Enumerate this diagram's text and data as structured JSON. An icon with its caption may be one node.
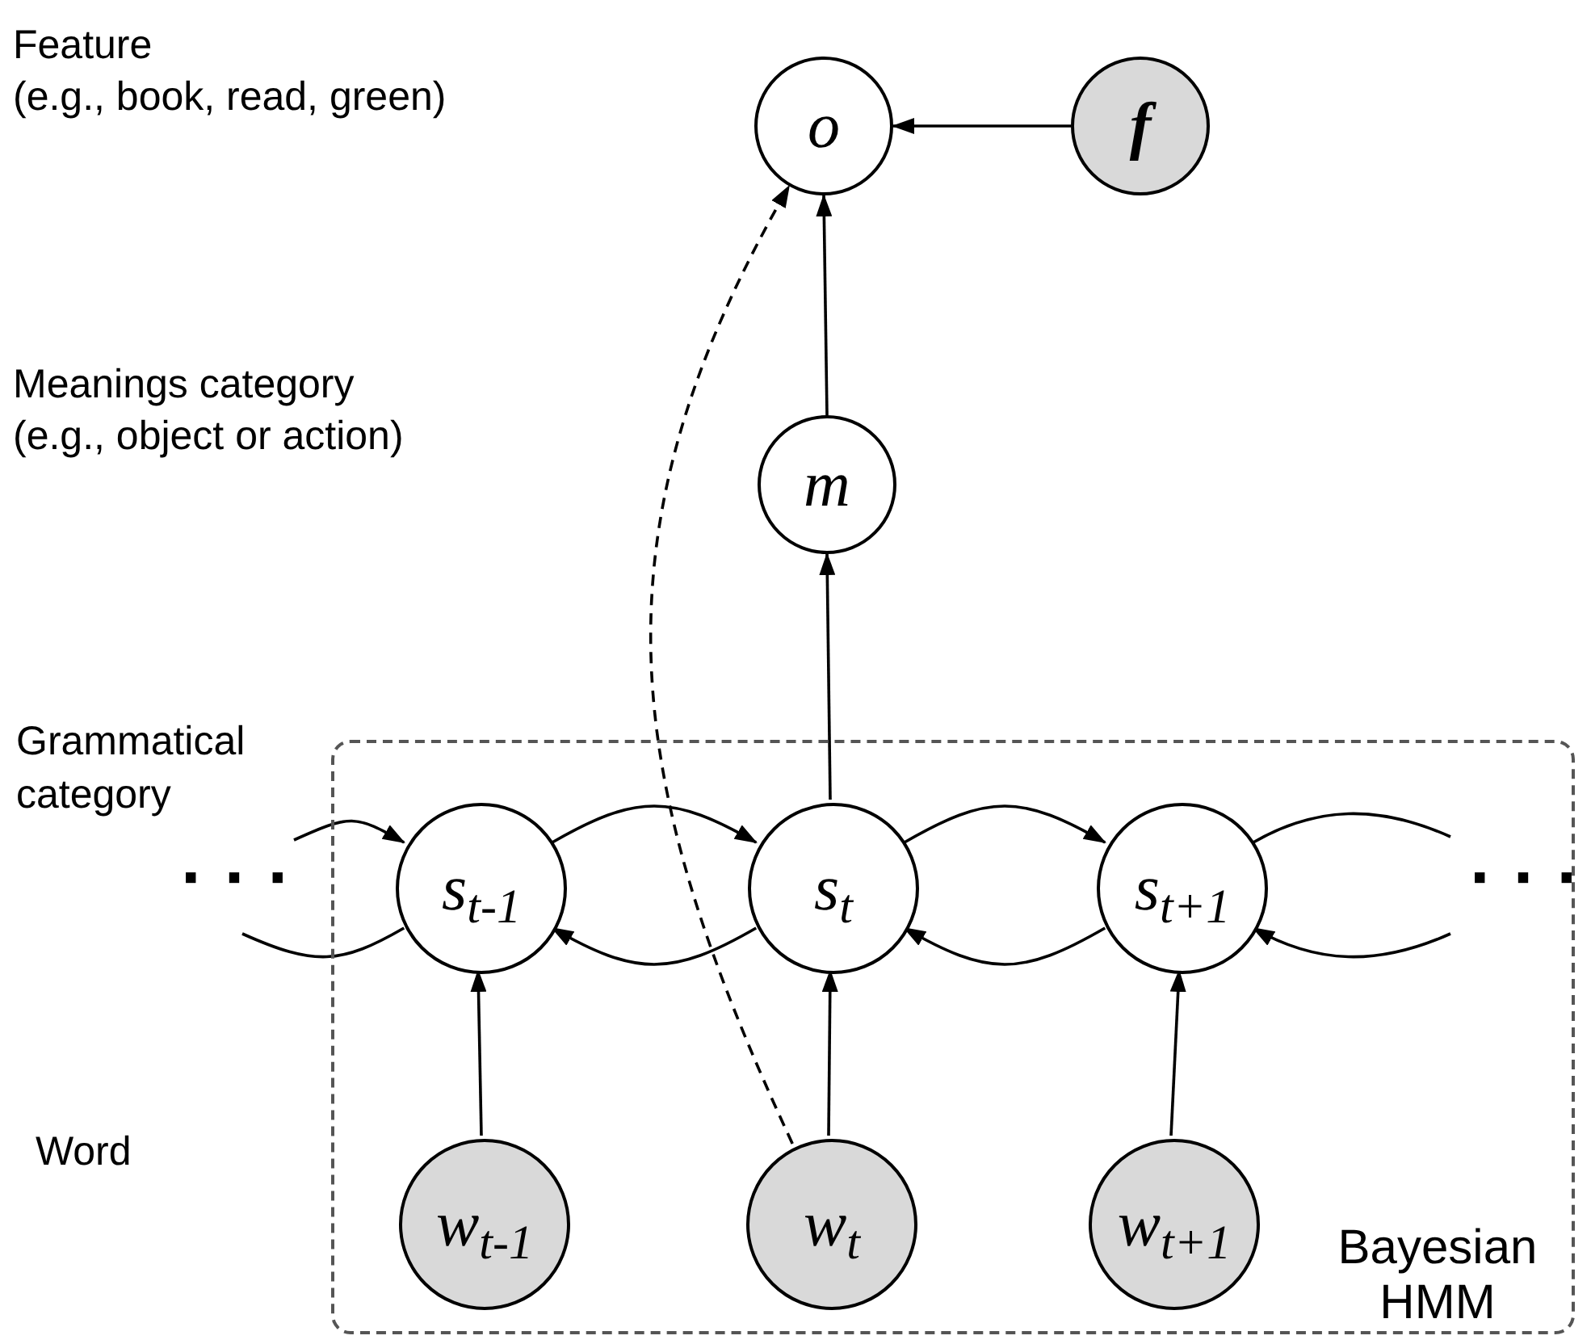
{
  "diagram": {
    "nodes": [
      {
        "text": [
          "o"
        ]
      },
      {
        "text": [
          "f"
        ]
      },
      {
        "text": [
          "m"
        ]
      },
      {
        "text": [
          "Bayesian HMM"
        ]
      },
      {
        "text": [
          "s$_{t-1}$"
        ],
        "in": 3
      },
      {
        "text": [
          "s$_{t}$"
        ],
        "in": 3
      },
      {
        "text": [
          "s$_{t+1}$"
        ],
        "in": 3
      },
      {
        "text": [
          "w$_{t-1}$"
        ],
        "in": 3
      },
      {
        "text": [
          "w$_{t}$"
        ],
        "in": 3
      },
      {
        "text": [
          "w$_{t+1}$"
        ],
        "in": 3
      }
    ],
    "edges": [
      {
        "from": 1,
        "to": 0,
        "arrow": "to"
      },
      {
        "from": 2,
        "to": 0,
        "arrow": "to"
      },
      {
        "from": 5,
        "to": 2,
        "arrow": "to"
      },
      {
        "from": 8,
        "to": 0,
        "arrow": "to",
        "style": "dashed"
      },
      {
        "from": 7,
        "to": 4,
        "arrow": "to"
      },
      {
        "from": 8,
        "to": 5,
        "arrow": "to"
      },
      {
        "from": 9,
        "to": 6,
        "arrow": "to"
      },
      {
        "from": null,
        "to": 4,
        "arrow": "to"
      },
      {
        "from": 4,
        "to": 5,
        "arrow": "to"
      },
      {
        "from": 5,
        "to": 6,
        "arrow": "to"
      },
      {
        "from": 6,
        "to": null,
        "arrow": "none"
      },
      {
        "from": 4,
        "to": null,
        "arrow": "none"
      },
      {
        "from": 5,
        "to": 4,
        "arrow": "to"
      },
      {
        "from": 6,
        "to": 5,
        "arrow": "to"
      },
      {
        "from": null,
        "to": 6,
        "arrow": "to"
      }
    ],
    "labels": [
      "Feature",
      "(e.g., book, read, green)",
      "Meanings category",
      "(e.g., object or action)",
      "Grammatical category",
      "Word",
      "· · ·",
      "· · ·"
    ]
  }
}
